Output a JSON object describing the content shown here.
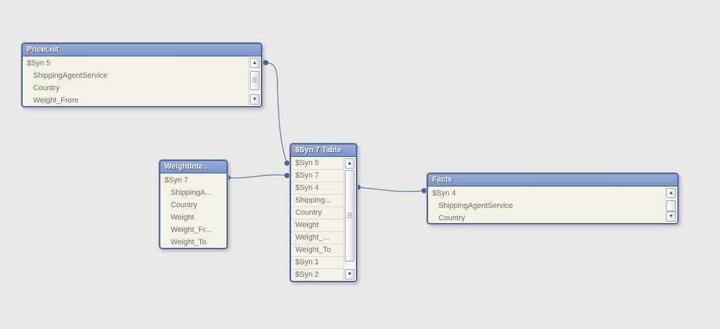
{
  "colors": {
    "canvas_bg": "#e9e9e9",
    "header_top": "#97abd7",
    "header_bottom": "#7e95c7",
    "header_text": "#ffffff",
    "table_border": "#54658e",
    "table_outline": "#aebcd9",
    "body_bg": "#f3f2e8",
    "field_text": "#6f6f68",
    "row_divider": "#dcd9cb",
    "connector": "#7181ad",
    "dot_fill": "#4e64a8"
  },
  "icons": {
    "scroll_up": "▲",
    "scroll_down": "▼"
  },
  "tables": [
    {
      "title": "PriceList",
      "fields": [
        {
          "label": "$Syn 5"
        },
        {
          "label": "ShippingAgentService"
        },
        {
          "label": "Country"
        },
        {
          "label": "Weight_From"
        }
      ]
    },
    {
      "title": "WeightInte...",
      "fields": [
        {
          "label": "$Syn 7"
        },
        {
          "label": "ShippingA..."
        },
        {
          "label": "Country"
        },
        {
          "label": "Weight"
        },
        {
          "label": "Weight_Fr..."
        },
        {
          "label": "Weight_To"
        }
      ]
    },
    {
      "title": "$Syn 7 Table",
      "fields": [
        {
          "label": "$Syn 5"
        },
        {
          "label": "$Syn 7"
        },
        {
          "label": "$Syn 4"
        },
        {
          "label": "Shipping..."
        },
        {
          "label": "Country"
        },
        {
          "label": "Weight"
        },
        {
          "label": "Weight_..."
        },
        {
          "label": "Weight_To"
        },
        {
          "label": "$Syn 1"
        },
        {
          "label": "$Syn 2"
        }
      ]
    },
    {
      "title": "Facts",
      "fields": [
        {
          "label": "$Syn 4"
        },
        {
          "label": "ShippingAgentService"
        },
        {
          "label": "Country"
        }
      ]
    }
  ],
  "connections": [
    {
      "from": "PriceList / $Syn 5",
      "to": "$Syn 7 Table / $Syn 5"
    },
    {
      "from": "WeightInte... / $Syn 7",
      "to": "$Syn 7 Table / $Syn 7"
    },
    {
      "from": "$Syn 7 Table / $Syn 4",
      "to": "Facts / $Syn 4"
    }
  ]
}
